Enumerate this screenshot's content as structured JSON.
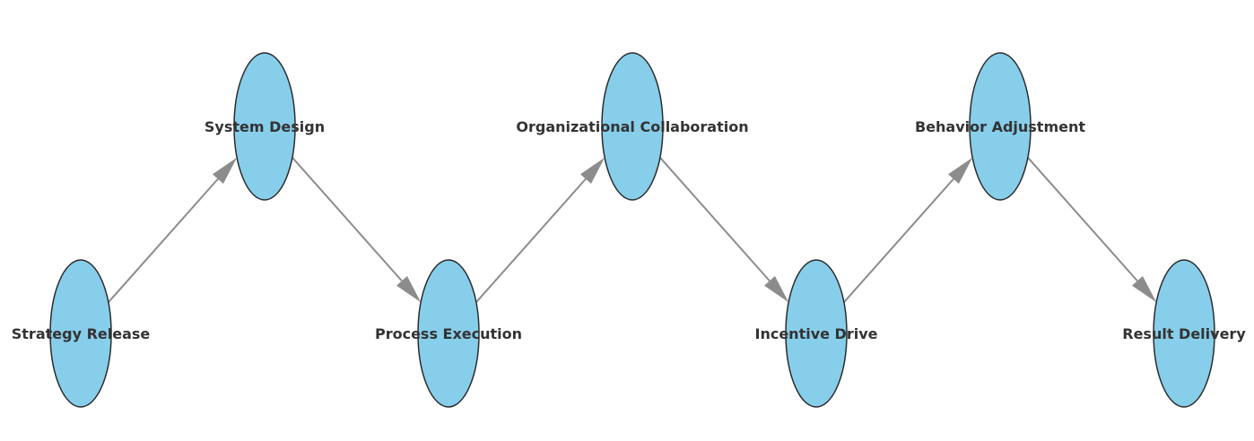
{
  "diagram": {
    "type": "flow",
    "nodes": [
      {
        "id": "n1",
        "label": "Strategy Release",
        "row": "bottom"
      },
      {
        "id": "n2",
        "label": "System Design",
        "row": "top"
      },
      {
        "id": "n3",
        "label": "Process Execution",
        "row": "bottom"
      },
      {
        "id": "n4",
        "label": "Organizational Collaboration",
        "row": "top"
      },
      {
        "id": "n5",
        "label": "Incentive Drive",
        "row": "bottom"
      },
      {
        "id": "n6",
        "label": "Behavior Adjustment",
        "row": "top"
      },
      {
        "id": "n7",
        "label": "Result Delivery",
        "row": "bottom"
      }
    ],
    "edges": [
      {
        "from": "n1",
        "to": "n2"
      },
      {
        "from": "n2",
        "to": "n3"
      },
      {
        "from": "n3",
        "to": "n4"
      },
      {
        "from": "n4",
        "to": "n5"
      },
      {
        "from": "n5",
        "to": "n6"
      },
      {
        "from": "n6",
        "to": "n7"
      }
    ],
    "colors": {
      "node_fill": "#87CEEB",
      "node_stroke": "#2b2b2b",
      "edge": "#8c8c8c",
      "label": "#333333"
    }
  }
}
